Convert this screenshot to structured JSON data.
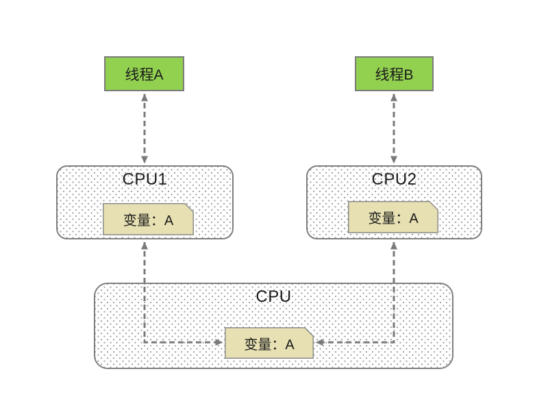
{
  "nodes": {
    "thread_a": {
      "label": "线程A"
    },
    "thread_b": {
      "label": "线程B"
    },
    "cpu1": {
      "label": "CPU1",
      "variable_label": "变量：A"
    },
    "cpu2": {
      "label": "CPU2",
      "variable_label": "变量：A"
    },
    "cpu_main": {
      "label": "CPU",
      "variable_label": "变量：A"
    }
  },
  "connectors": [
    {
      "id": "thread-a-cpu1",
      "from": "线程A",
      "to": "CPU1",
      "style": "dashed",
      "arrows": "both"
    },
    {
      "id": "thread-b-cpu2",
      "from": "线程B",
      "to": "CPU2",
      "style": "dashed",
      "arrows": "both"
    },
    {
      "id": "cpu1-main-variable",
      "from": "CPU1",
      "to": "变量：A (CPU)",
      "style": "dashed-elbow",
      "arrows": "both"
    },
    {
      "id": "cpu2-main-variable",
      "from": "CPU2",
      "to": "变量：A (CPU)",
      "style": "dashed-elbow",
      "arrows": "both"
    }
  ],
  "colors": {
    "background": "#ffffff",
    "text": "#1a1a1a",
    "thread_fill": "#92d050",
    "thread_border": "#7b7b7b",
    "container_border": "#7f7f7f",
    "variable_fill": "#e6e0b2",
    "variable_border": "#8c8c8c",
    "arrow": "#7a7a7a",
    "dot_pattern": "#9c9c9c"
  }
}
